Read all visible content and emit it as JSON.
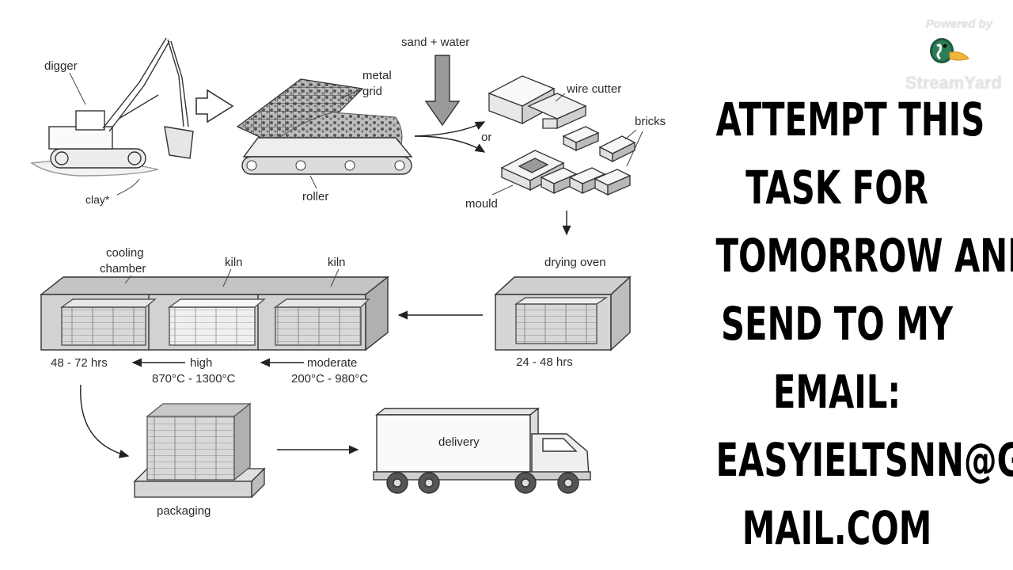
{
  "diagram": {
    "labels": {
      "digger": "digger",
      "clay": "clay*",
      "metal_grid": [
        "metal",
        "grid"
      ],
      "roller": "roller",
      "sand_water": "sand + water",
      "wire_cutter": "wire cutter",
      "bricks": "bricks",
      "or": "or",
      "mould": "mould",
      "drying_oven": "drying oven",
      "drying_time": "24 - 48 hrs",
      "cooling_chamber": [
        "cooling",
        "chamber"
      ],
      "kiln_high": "kiln",
      "kiln_moderate": "kiln",
      "cooling_time": "48 - 72 hrs",
      "high": [
        "high",
        "870°C - 1300°C"
      ],
      "moderate": [
        "moderate",
        "200°C - 980°C"
      ],
      "packaging": "packaging",
      "delivery": "delivery"
    }
  },
  "overlay": {
    "headline_lines": [
      "ATTEMPT THIS",
      "TASK FOR",
      "TOMORROW AND",
      "SEND TO MY",
      "EMAIL:",
      "EASYIELTSNN@G",
      "MAIL.COM"
    ],
    "brand_powered": "Powered by",
    "brand_name": "StreamYard"
  }
}
